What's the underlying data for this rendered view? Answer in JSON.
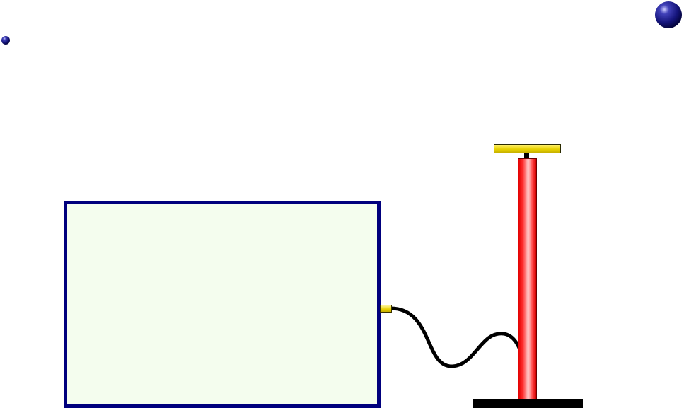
{
  "scene": {
    "description_items": [
      "balloon-small",
      "balloon-large",
      "container",
      "air-pump",
      "hose"
    ]
  },
  "colors": {
    "container_border": "#00007d",
    "container_fill": "#f4fdee",
    "ball": "#1a1a8c",
    "pump_barrel": "#ff2a2a",
    "pump_handle": "#f2dc00",
    "hose": "#000000",
    "base": "#000000"
  }
}
